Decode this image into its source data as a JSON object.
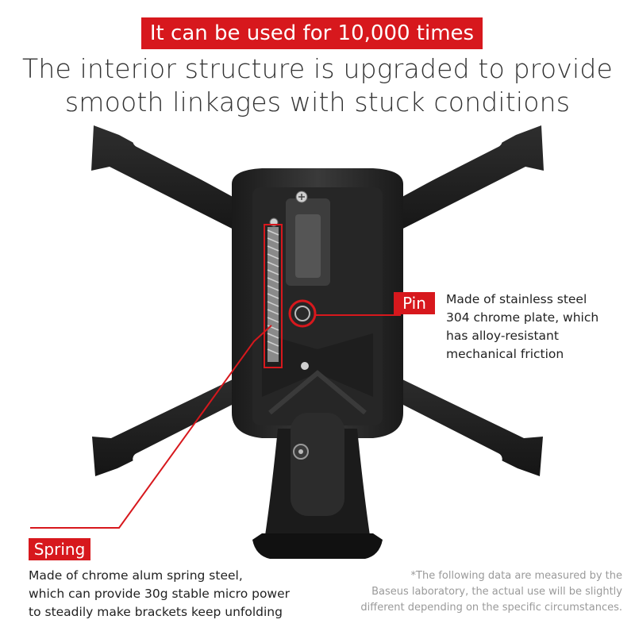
{
  "banner": {
    "text": "It can be used for 10,000 times"
  },
  "headline": {
    "line1": "The interior structure is upgraded to provide",
    "line2": "smooth linkages with stuck conditions"
  },
  "callouts": {
    "pin": {
      "label": "Pin",
      "lines": [
        "Made of stainless steel",
        "304 chrome plate, which",
        "has alloy-resistant",
        "mechanical friction"
      ]
    },
    "spring": {
      "label": "Spring",
      "lines": [
        "Made of chrome alum spring steel,",
        "which can provide 30g stable micro power",
        "to steadily make brackets keep unfolding"
      ]
    }
  },
  "footnote": {
    "lines": [
      "*The following data are measured by the",
      "Baseus laboratory, the actual use will be slightly",
      "different depending on the specific circumstances."
    ]
  },
  "colors": {
    "accent": "#d7181d",
    "product": "#1c1c1c"
  },
  "icons": [
    "phone-holder-illustration",
    "screw-icon"
  ]
}
